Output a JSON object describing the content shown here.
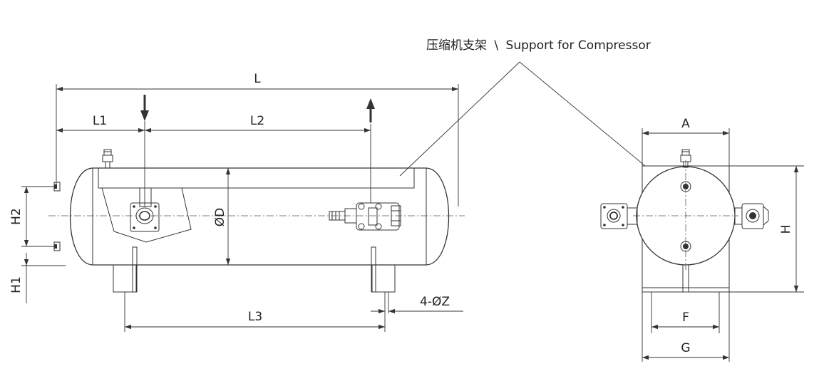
{
  "callout": {
    "chinese": "压缩机支架",
    "separator": "\\",
    "english": "Support for Compressor"
  },
  "dimensions": {
    "L": "L",
    "L1": "L1",
    "L2": "L2",
    "L3": "L3",
    "H1": "H1",
    "H2": "H2",
    "D": "ØD",
    "Z": "4-ØZ",
    "A": "A",
    "H": "H",
    "F": "F",
    "G": "G"
  },
  "flow": {
    "inlet_icon": "arrow-down-icon",
    "outlet_icon": "arrow-up-icon"
  }
}
